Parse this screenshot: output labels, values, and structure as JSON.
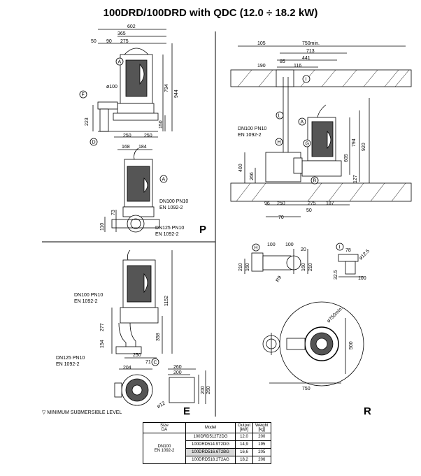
{
  "title": "100DRD/100DRD with QDC (12.0 ÷ 18.2 kW)",
  "views": {
    "P": {
      "label": "P",
      "dims": [
        "602",
        "365",
        "50",
        "90",
        "275",
        "ø100",
        "223",
        "794",
        "944",
        "150",
        "250",
        "250",
        "168",
        "184",
        "73",
        "110"
      ],
      "callouts": [
        "A",
        "F",
        "D"
      ],
      "notes": [
        "DN100 PN10",
        "EN 1092-2",
        "DN125 PN10",
        "EN 1092-2"
      ]
    },
    "R": {
      "label": "R",
      "dims": [
        "105",
        "750min.",
        "713",
        "441",
        "190",
        "85",
        "116",
        "794",
        "920",
        "605",
        "400",
        "266",
        "127",
        "96",
        "250",
        "275",
        "187",
        "50",
        "70",
        "100",
        "100",
        "20",
        "210",
        "160",
        "210",
        "160",
        "R9",
        "78",
        "ø12.5",
        "32.5",
        "100",
        "ø750min.",
        "500",
        "750"
      ],
      "callouts": [
        "I",
        "L",
        "A",
        "H",
        "G",
        "B",
        "H",
        "I"
      ],
      "notes": [
        "DN100 PN10",
        "EN 1092-2"
      ]
    },
    "E": {
      "label": "E",
      "dims": [
        "1152",
        "277",
        "358",
        "154",
        "250",
        "71",
        "204",
        "260",
        "200",
        "260",
        "200",
        "ø12"
      ],
      "callouts": [
        "C"
      ],
      "notes": [
        "DN100 PN10",
        "EN 1092-2",
        "DN125 PN10",
        "EN 1092-2"
      ]
    }
  },
  "legend_symbol": "▽",
  "legend_text": "MINIMUM SUBMERSIBLE LEVEL",
  "table": {
    "headers": {
      "size": "Size",
      "size_unit": "DA",
      "model": "Model",
      "output": "Output",
      "output_unit": "[kW]",
      "weight": "Weight",
      "weight_unit": "[kg]"
    },
    "size_value": "DN100",
    "size_value2": "EN 1092-2",
    "rows": [
      {
        "model": "100DRD512T2DG",
        "output": "12.0",
        "weight": "200"
      },
      {
        "model": "100DRD514.9T2DG",
        "output": "14,9",
        "weight": "195"
      },
      {
        "model": "100DRD516.6T2BG",
        "output": "16,6",
        "weight": "205"
      },
      {
        "model": "100DRD518.2T2AG",
        "output": "18,2",
        "weight": "206"
      }
    ]
  }
}
